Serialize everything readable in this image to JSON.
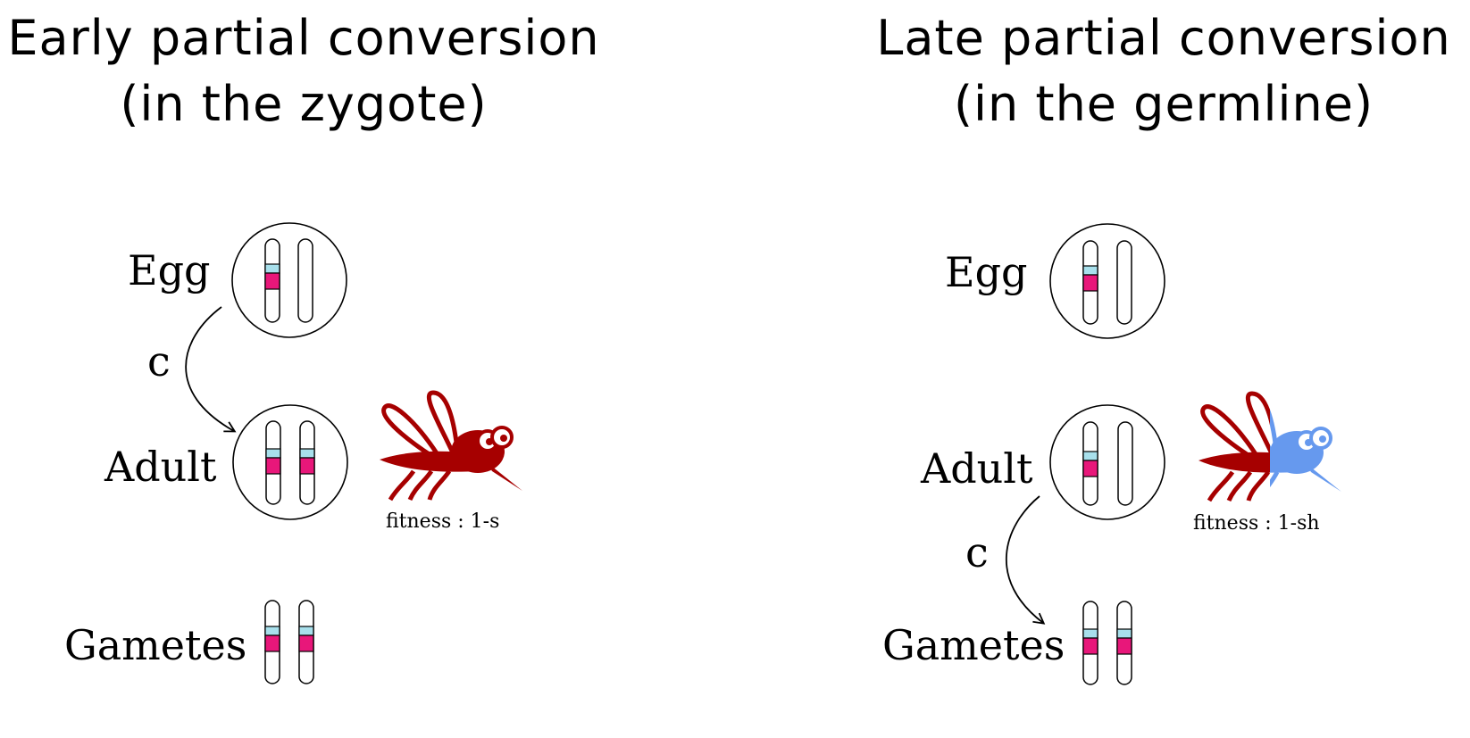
{
  "left": {
    "title_line1": "Early partial conversion",
    "title_line2": "(in the zygote)",
    "egg_label": "Egg",
    "adult_label": "Adult",
    "gametes_label": "Gametes",
    "conversion_label": "c",
    "fitness_label": "fitness : 1-s"
  },
  "right": {
    "title_line1": "Late partial conversion",
    "title_line2": "(in the germline)",
    "egg_label": "Egg",
    "adult_label": "Adult",
    "gametes_label": "Gametes",
    "conversion_label": "c",
    "fitness_label": "fitness : 1-sh"
  },
  "colors": {
    "drive_band": "#e8177a",
    "marker_band": "#a8e0ec",
    "homozygous_mosquito": "#a60000",
    "heterozygous_mosquito_wild": "#6699ee"
  },
  "icons": [
    "mosquito-homozygous-icon",
    "mosquito-heterozygous-icon",
    "chromosome-icon",
    "cell-circle-icon",
    "curved-arrow-icon"
  ]
}
